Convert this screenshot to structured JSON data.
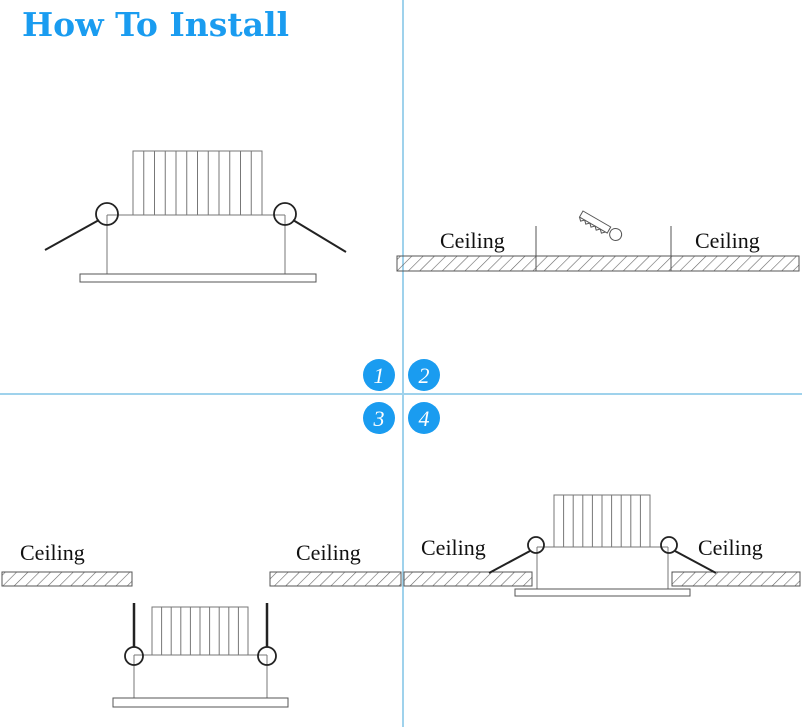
{
  "title": "How To Install",
  "steps": [
    "1",
    "2",
    "3",
    "4"
  ],
  "ceiling_label": "Ceiling",
  "colors": {
    "accent": "#1a9cf0",
    "divider": "#9fd2ec",
    "line": "#333333",
    "hatch": "#666666",
    "fins": "#777777"
  },
  "icons": [
    "saw-icon"
  ]
}
